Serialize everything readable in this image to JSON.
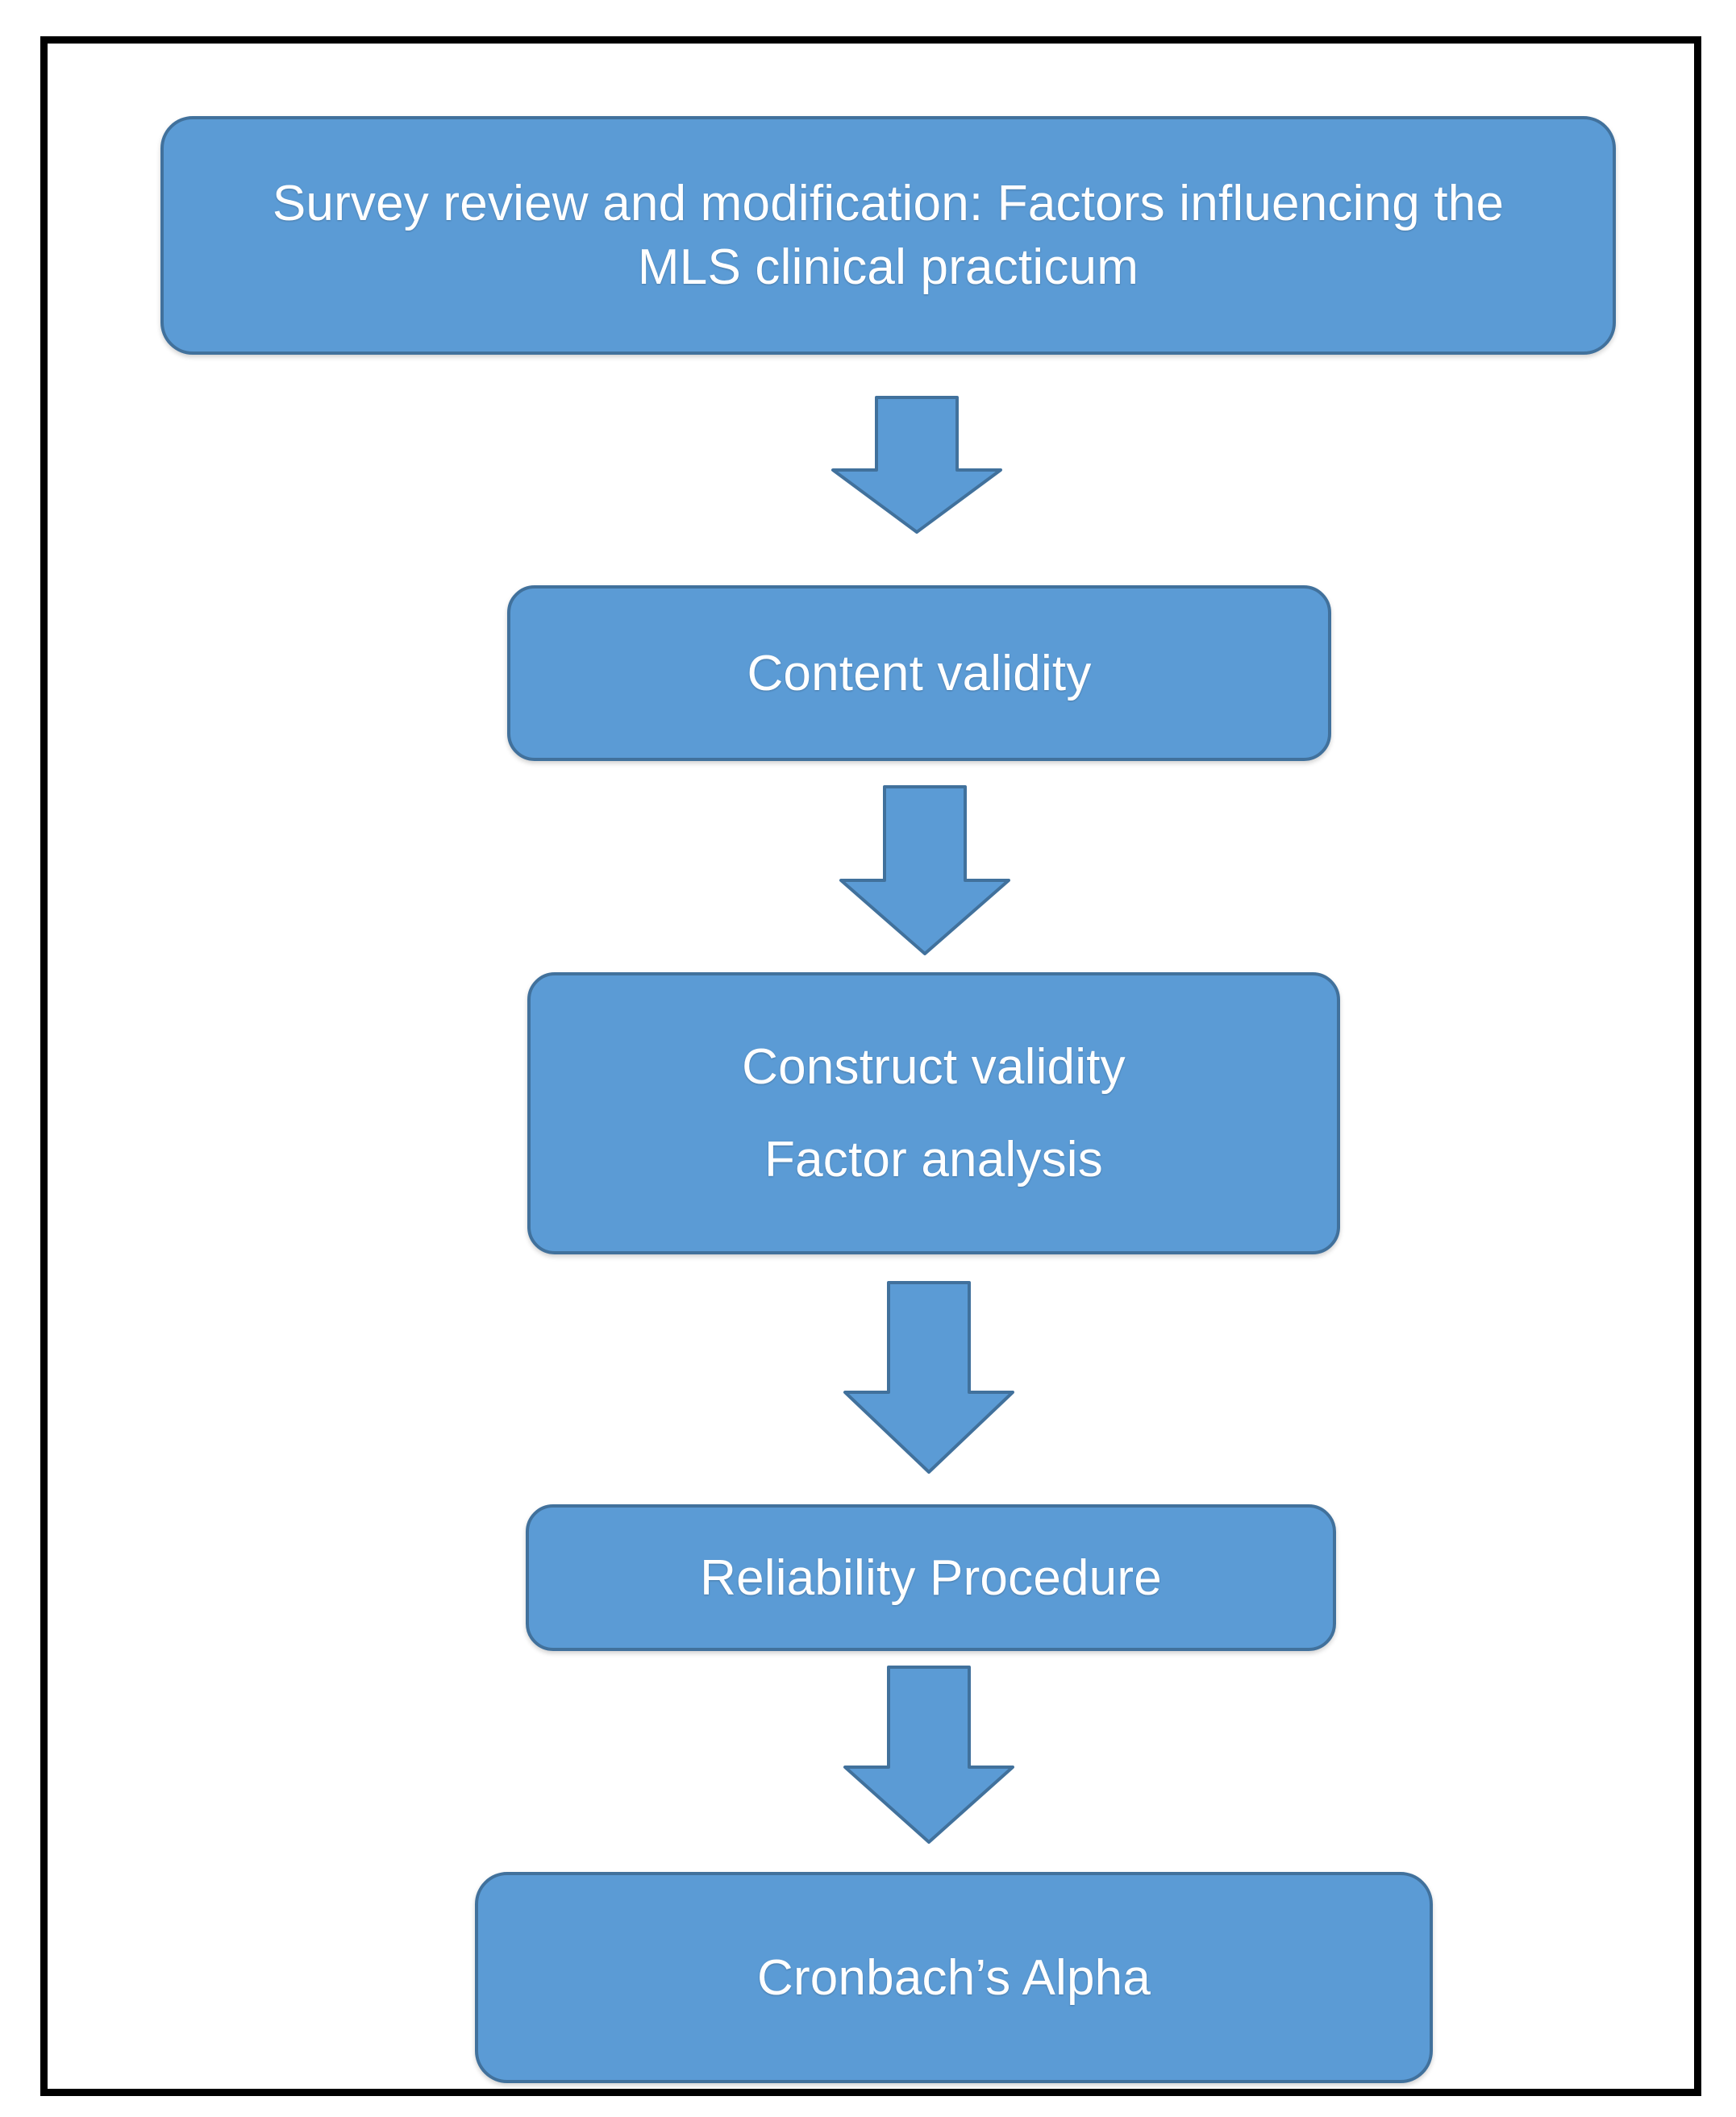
{
  "diagram": {
    "title_text": "Survey review and modification: Factors influencing the MLS clinical practicum",
    "type": "flowchart",
    "orientation": "top-to-bottom",
    "colors": {
      "node_fill": "#5B9BD5",
      "node_border": "#41719C",
      "node_text": "#FFFFFF",
      "arrow_fill": "#5B9BD5",
      "arrow_border": "#41719C",
      "frame_border": "#000000",
      "background": "#FFFFFF"
    },
    "nodes": [
      {
        "id": "survey-review",
        "lines": [
          "Survey review and modification: Factors influencing the",
          "MLS clinical practicum"
        ]
      },
      {
        "id": "content-validity",
        "lines": [
          "Content validity"
        ]
      },
      {
        "id": "construct-validity",
        "lines": [
          "Construct validity",
          "Factor analysis"
        ]
      },
      {
        "id": "reliability-procedure",
        "lines": [
          "Reliability Procedure"
        ]
      },
      {
        "id": "cronbachs-alpha",
        "lines": [
          "Cronbach’s Alpha"
        ]
      }
    ],
    "connectors": [
      {
        "id": "arrow-1",
        "from": "survey-review",
        "to": "content-validity",
        "direction": "down"
      },
      {
        "id": "arrow-2",
        "from": "content-validity",
        "to": "construct-validity",
        "direction": "down"
      },
      {
        "id": "arrow-3",
        "from": "construct-validity",
        "to": "reliability-procedure",
        "direction": "down"
      },
      {
        "id": "arrow-4",
        "from": "reliability-procedure",
        "to": "cronbachs-alpha",
        "direction": "down"
      }
    ]
  }
}
